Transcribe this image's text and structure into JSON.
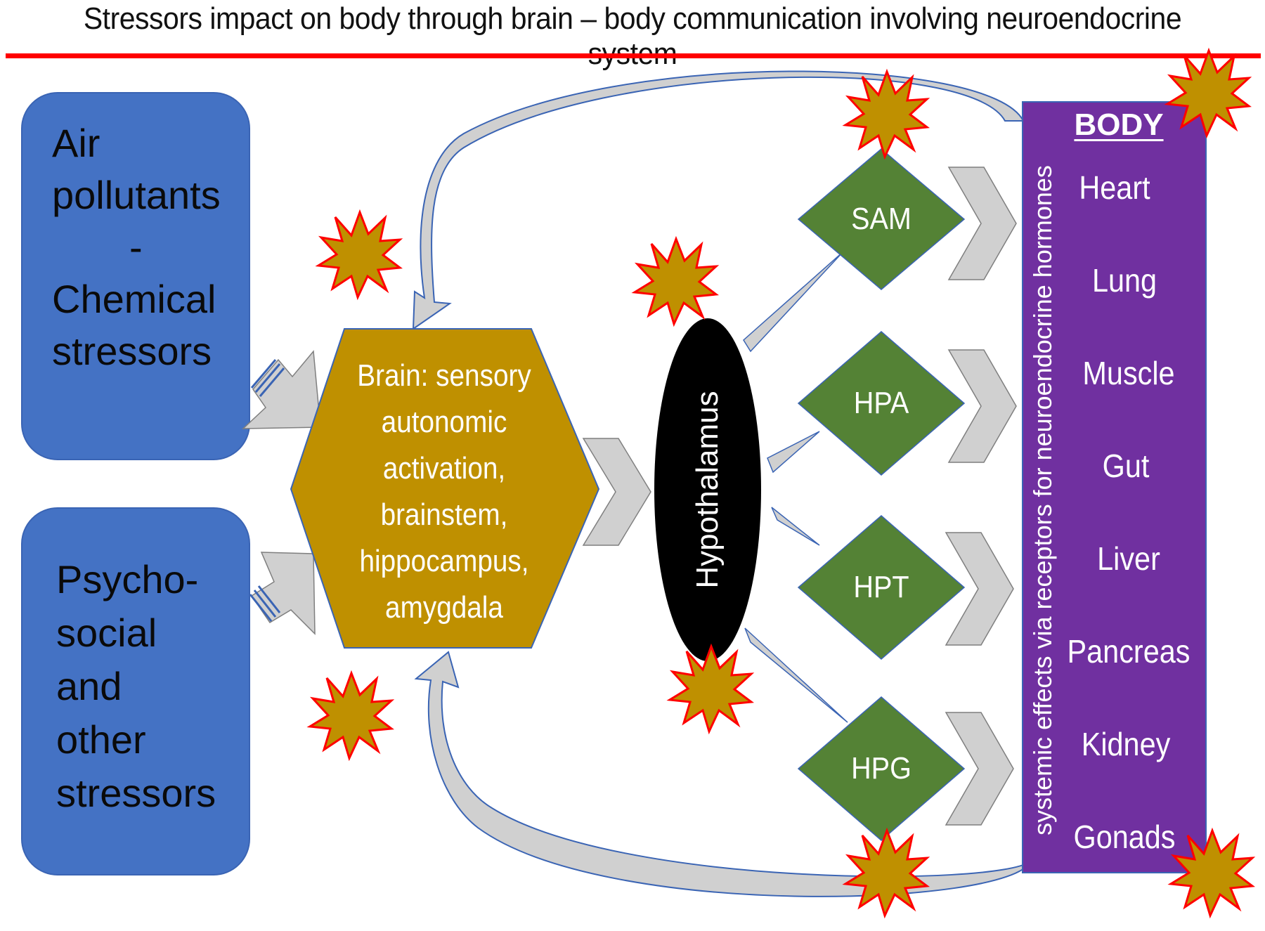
{
  "title": "Stressors impact on body through brain – body communication involving neuroendocrine system",
  "colors": {
    "title_rule": "#ff0000",
    "stressor_box": "#4472c4",
    "brain": "#bf9000",
    "hypothalamus": "#000000",
    "axis_diamond": "#548235",
    "body_panel": "#7030a0",
    "burst_fill": "#bf9000",
    "burst_stroke": "#ff0000",
    "arrow_fill": "#d0d0d0"
  },
  "stressors": {
    "air": [
      "Air",
      "pollutants",
      "-",
      "Chemical",
      "stressors"
    ],
    "psycho": [
      "Psycho-",
      "social",
      "and",
      "other",
      "stressors"
    ]
  },
  "brain": {
    "lines": [
      "Brain: sensory",
      "autonomic",
      "activation,",
      "brainstem,",
      "hippocampus,",
      "amygdala"
    ]
  },
  "hypothalamus": "Hypothalamus",
  "axes": [
    "SAM",
    "HPA",
    "HPT",
    "HPG"
  ],
  "body": {
    "heading": "BODY",
    "vertical_label": "systemic effects via receptors for neuroendocrine hormones",
    "organs": [
      "Heart",
      "Lung",
      "Muscle",
      "Gut",
      "Liver",
      "Pancreas",
      "Kidney",
      "Gonads"
    ]
  },
  "icons": {
    "burst": "explosion-burst-icon",
    "chevron": "chevron-arrow-icon",
    "block_arrow": "block-arrow-icon",
    "curved_arrow": "curved-feedback-arrow-icon",
    "wedge": "wedge-connector-icon"
  }
}
